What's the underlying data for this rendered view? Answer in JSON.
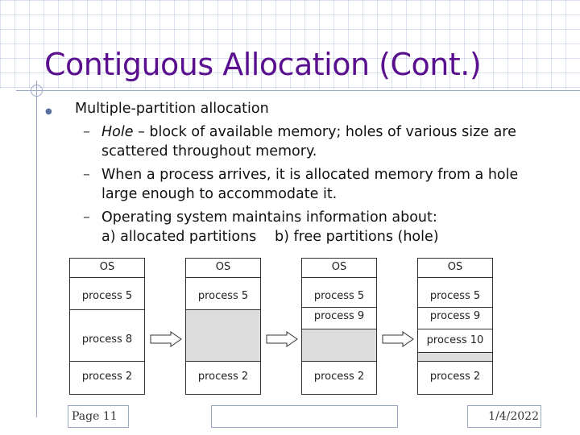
{
  "slide": {
    "title": "Contiguous Allocation (Cont.)",
    "bullet_main": "Multiple-partition allocation",
    "sub1_em": "Hole",
    "sub1_rest": " – block of available memory; holes of various size are",
    "sub1_line2": "scattered throughout memory.",
    "sub2_line1": "When a process arrives, it is allocated memory from a hole",
    "sub2_line2": "large enough to accommodate it.",
    "sub3_line1": "Operating system maintains information about:",
    "sub3_line2a": "a) allocated partitions",
    "sub3_line2b": "b) free partitions (hole)"
  },
  "diagram": {
    "columns": [
      {
        "os": "OS",
        "p5": "process 5",
        "p9": "",
        "mid": "process 8",
        "p2": "process 2"
      },
      {
        "os": "OS",
        "p5": "process 5",
        "p9": "",
        "mid": "",
        "p2": "process 2"
      },
      {
        "os": "OS",
        "p5": "process 5",
        "p9": "process 9",
        "mid": "",
        "p2": "process 2"
      },
      {
        "os": "OS",
        "p5": "process 5",
        "p9": "process 9",
        "mid": "process 10",
        "p2": "process 2"
      }
    ]
  },
  "footer": {
    "page": "Page 11",
    "date": "1/4/2022"
  }
}
